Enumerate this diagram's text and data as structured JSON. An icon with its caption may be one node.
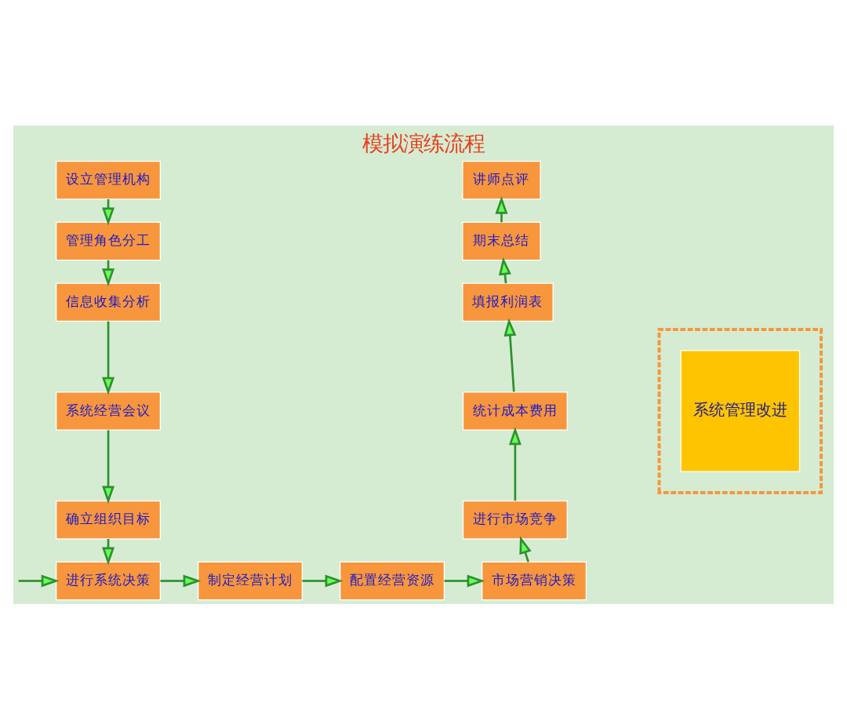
{
  "diagram": {
    "title": "模拟演练流程",
    "nodes": [
      {
        "text": [
          "设立管理机构"
        ]
      },
      {
        "text": [
          "管理角色分工"
        ]
      },
      {
        "text": [
          "信息收集分析"
        ]
      },
      {
        "text": [
          "系统经营会议"
        ]
      },
      {
        "text": [
          "确立组织目标"
        ]
      },
      {
        "text": [
          "进行系统决策"
        ]
      },
      {
        "text": [
          "制定经营计划"
        ]
      },
      {
        "text": [
          "配置经营资源"
        ]
      },
      {
        "text": [
          "市场营销决策"
        ]
      },
      {
        "text": [
          "进行市场竞争"
        ]
      },
      {
        "text": [
          "统计成本费用"
        ]
      },
      {
        "text": [
          "填报利润表"
        ]
      },
      {
        "text": [
          "期末总结"
        ]
      },
      {
        "text": [
          "讲师点评"
        ]
      },
      {
        "text": [],
        "shape": "box"
      },
      {
        "text": [
          "系统管理改进"
        ],
        "in": 14
      }
    ],
    "edges": [
      {
        "from": 0,
        "to": 1,
        "arrow": "to"
      },
      {
        "from": 1,
        "to": 2,
        "arrow": "to"
      },
      {
        "from": 2,
        "to": 3,
        "arrow": "to"
      },
      {
        "from": 3,
        "to": 4,
        "arrow": "to"
      },
      {
        "from": 4,
        "to": 5,
        "arrow": "to"
      },
      {
        "from": null,
        "to": 5,
        "arrow": "to"
      },
      {
        "from": 5,
        "to": 6,
        "arrow": "to"
      },
      {
        "from": 6,
        "to": 7,
        "arrow": "to"
      },
      {
        "from": 7,
        "to": 8,
        "arrow": "to"
      },
      {
        "from": 8,
        "to": 9,
        "arrow": "to"
      },
      {
        "from": 9,
        "to": 10,
        "arrow": "to"
      },
      {
        "from": 10,
        "to": 11,
        "arrow": "to"
      },
      {
        "from": 11,
        "to": 12,
        "arrow": "to"
      },
      {
        "from": 12,
        "to": 13,
        "arrow": "to"
      }
    ]
  }
}
